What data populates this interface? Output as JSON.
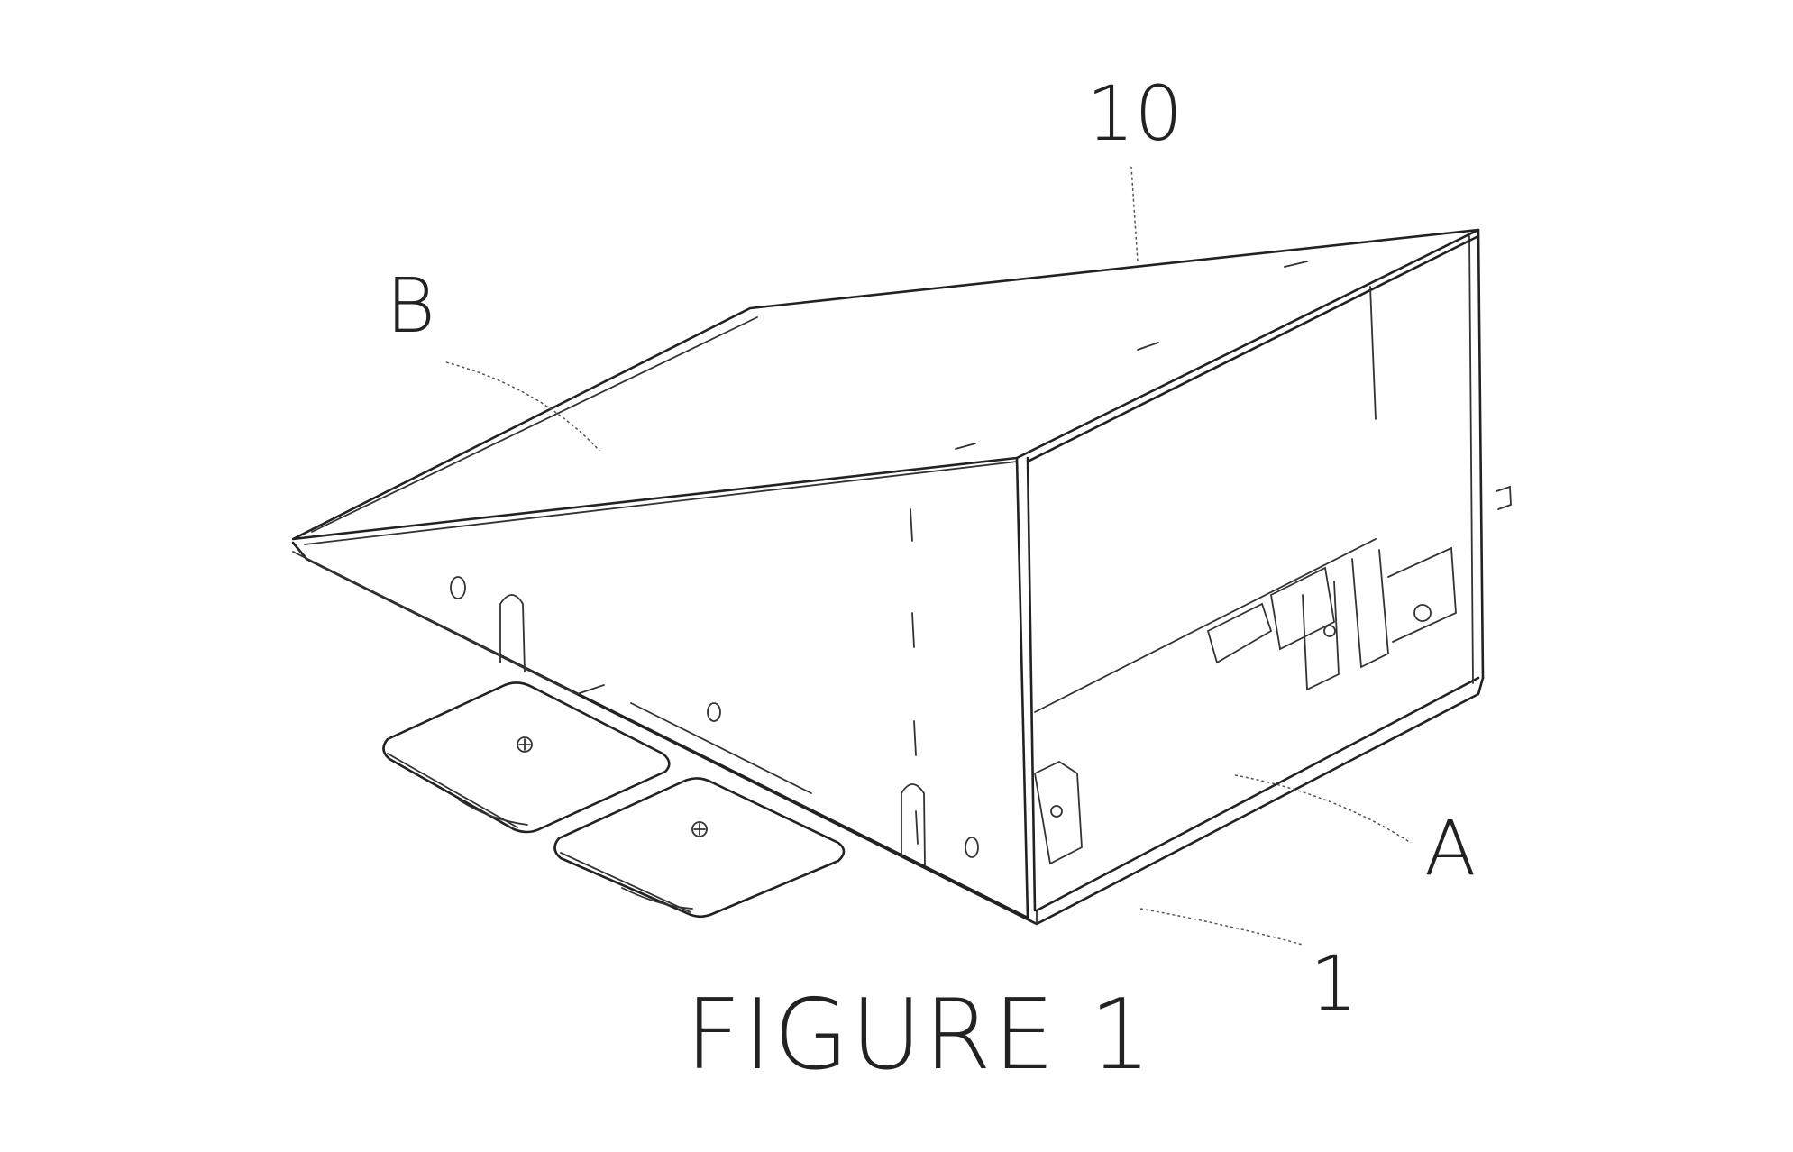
{
  "figure": {
    "caption": "FIGURE 1",
    "labels": {
      "ref_10": "10",
      "ref_b": "B",
      "ref_a": "A",
      "ref_1": "1"
    }
  }
}
